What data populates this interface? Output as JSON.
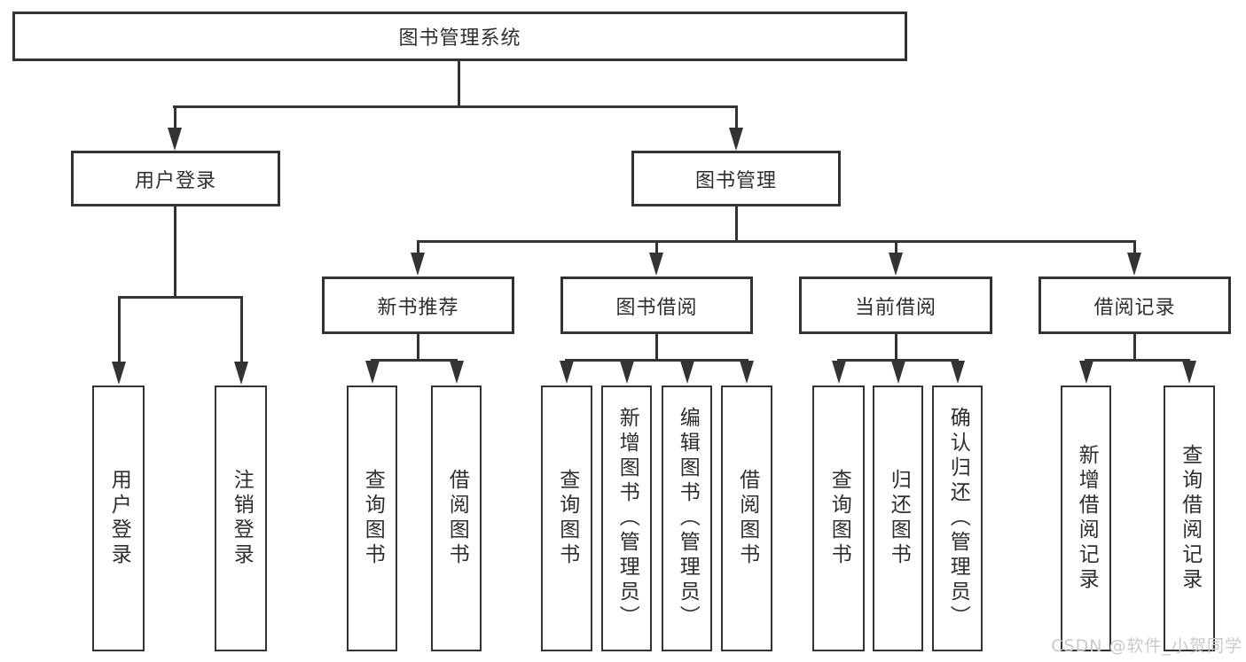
{
  "diagram": {
    "root": {
      "label": "图书管理系统",
      "children": [
        {
          "label": "用户登录",
          "children": [
            {
              "label": "用户登录"
            },
            {
              "label": "注销登录"
            }
          ]
        },
        {
          "label": "图书管理",
          "children": [
            {
              "label": "新书推荐",
              "children": [
                {
                  "label": "查询图书"
                },
                {
                  "label": "借阅图书"
                }
              ]
            },
            {
              "label": "图书借阅",
              "children": [
                {
                  "label": "查询图书"
                },
                {
                  "label": "新增图书（管理员）"
                },
                {
                  "label": "编辑图书（管理员）"
                },
                {
                  "label": "借阅图书"
                }
              ]
            },
            {
              "label": "当前借阅",
              "children": [
                {
                  "label": "查询图书"
                },
                {
                  "label": "归还图书"
                },
                {
                  "label": "确认归还（管理员）"
                }
              ]
            },
            {
              "label": "借阅记录",
              "children": [
                {
                  "label": "新增借阅记录"
                },
                {
                  "label": "查询借阅记录"
                }
              ]
            }
          ]
        }
      ]
    }
  },
  "colors": {
    "line": "#333333",
    "box_border": "#333333",
    "text": "#2e2e2e",
    "watermark": "#c9c9c9",
    "background": "#ffffff"
  },
  "watermark": {
    "text": "CSDN @软件_小贺同学"
  }
}
